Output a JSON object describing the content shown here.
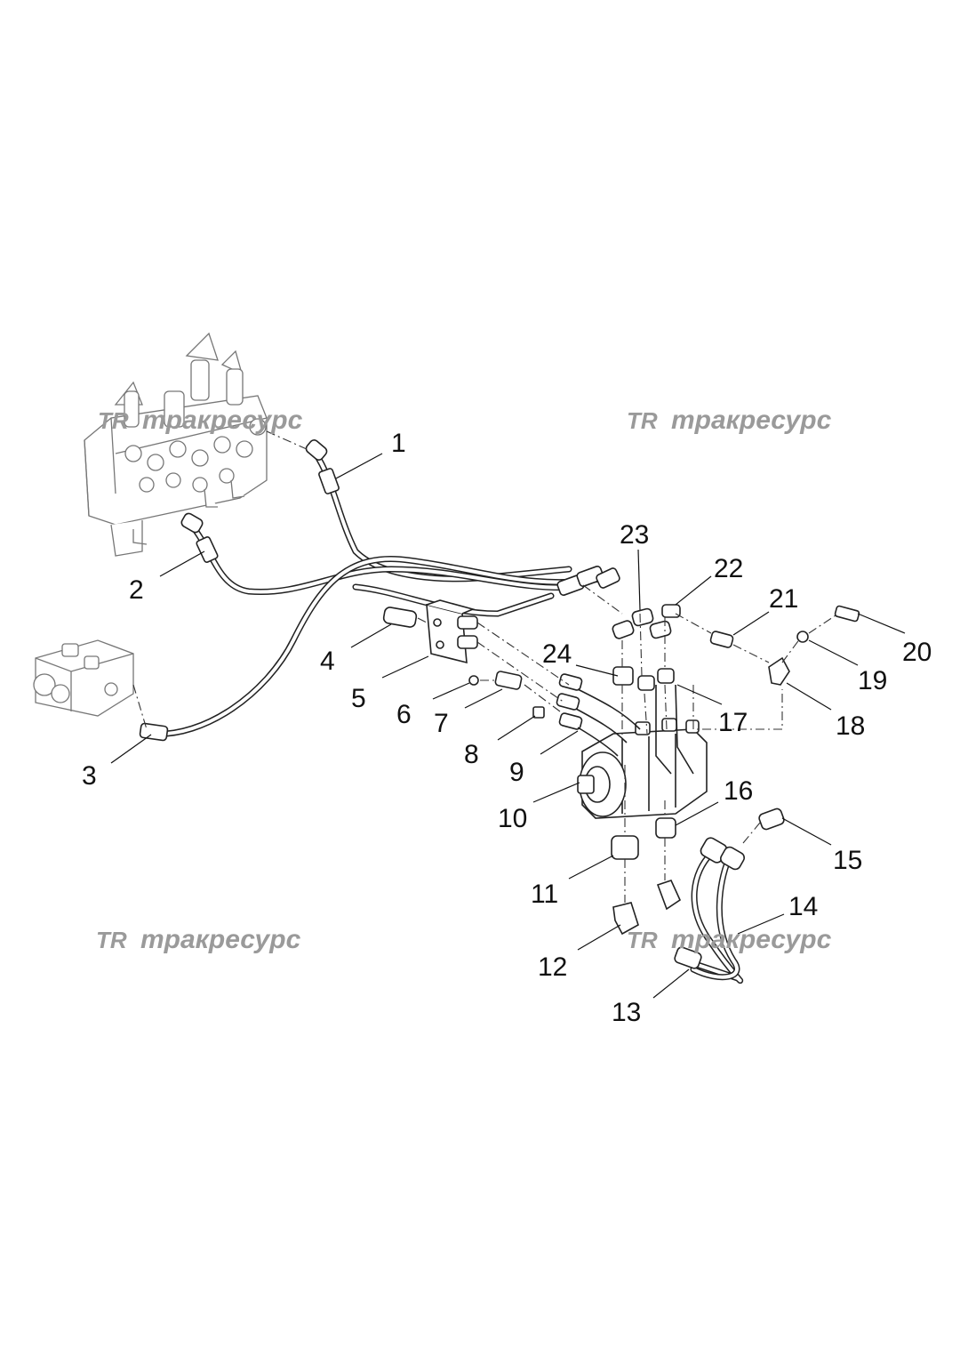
{
  "diagram": {
    "watermarks": [
      {
        "logo": "TR",
        "text": "тракресурс"
      },
      {
        "logo": "TR",
        "text": "тракресурс"
      },
      {
        "logo": "TR",
        "text": "тракресурс"
      },
      {
        "logo": "TR",
        "text": "тракресурс"
      }
    ],
    "callouts": [
      "1",
      "2",
      "3",
      "4",
      "5",
      "6",
      "7",
      "8",
      "9",
      "10",
      "11",
      "12",
      "13",
      "14",
      "15",
      "16",
      "17",
      "18",
      "19",
      "20",
      "21",
      "22",
      "23",
      "24"
    ]
  }
}
